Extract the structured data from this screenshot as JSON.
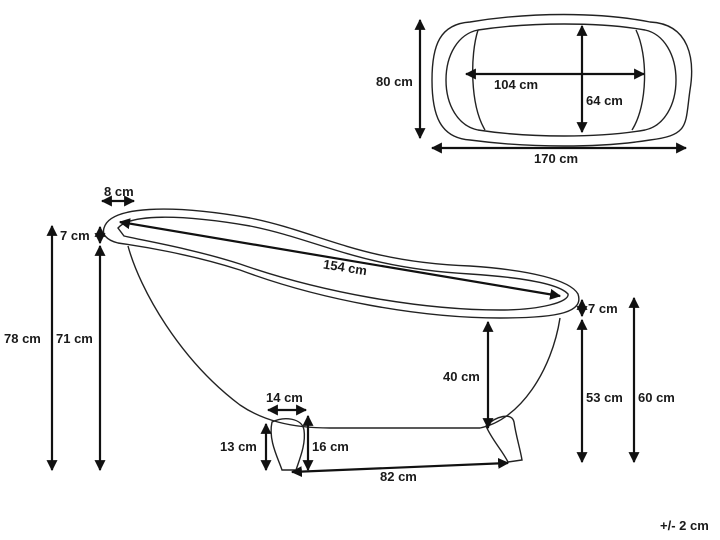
{
  "top_view": {
    "length": "170 cm",
    "width": "80 cm",
    "inner_length": "104 cm",
    "inner_width": "64 cm"
  },
  "side_view": {
    "rim_width": "8 cm",
    "rim_left": "7 cm",
    "total_height": "78 cm",
    "body_height": "71 cm",
    "inner_length": "154 cm",
    "rim_right": "7 cm",
    "inner_depth": "40 cm",
    "right_height": "53 cm",
    "right_total": "60 cm",
    "foot_width": "14 cm",
    "foot_clearance": "13 cm",
    "foot_height": "16 cm",
    "foot_spacing": "82 cm"
  },
  "tolerance": "+/- 2 cm"
}
